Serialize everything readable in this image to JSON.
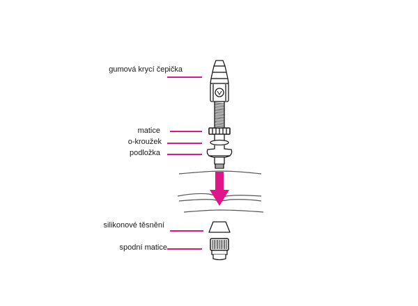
{
  "labels": {
    "cap": "gumová krycí čepička",
    "nut": "matice",
    "oring": "o-kroužek",
    "washer": "podložka",
    "seal": "silikonové těsnění",
    "bottom_nut": "spodní matice"
  },
  "colors": {
    "accent": "#e0158a",
    "line": "#1a1a1a",
    "rim": "#555555"
  },
  "icons": {
    "arrow": "arrow-down-icon",
    "cap_logo": "logo-icon"
  }
}
